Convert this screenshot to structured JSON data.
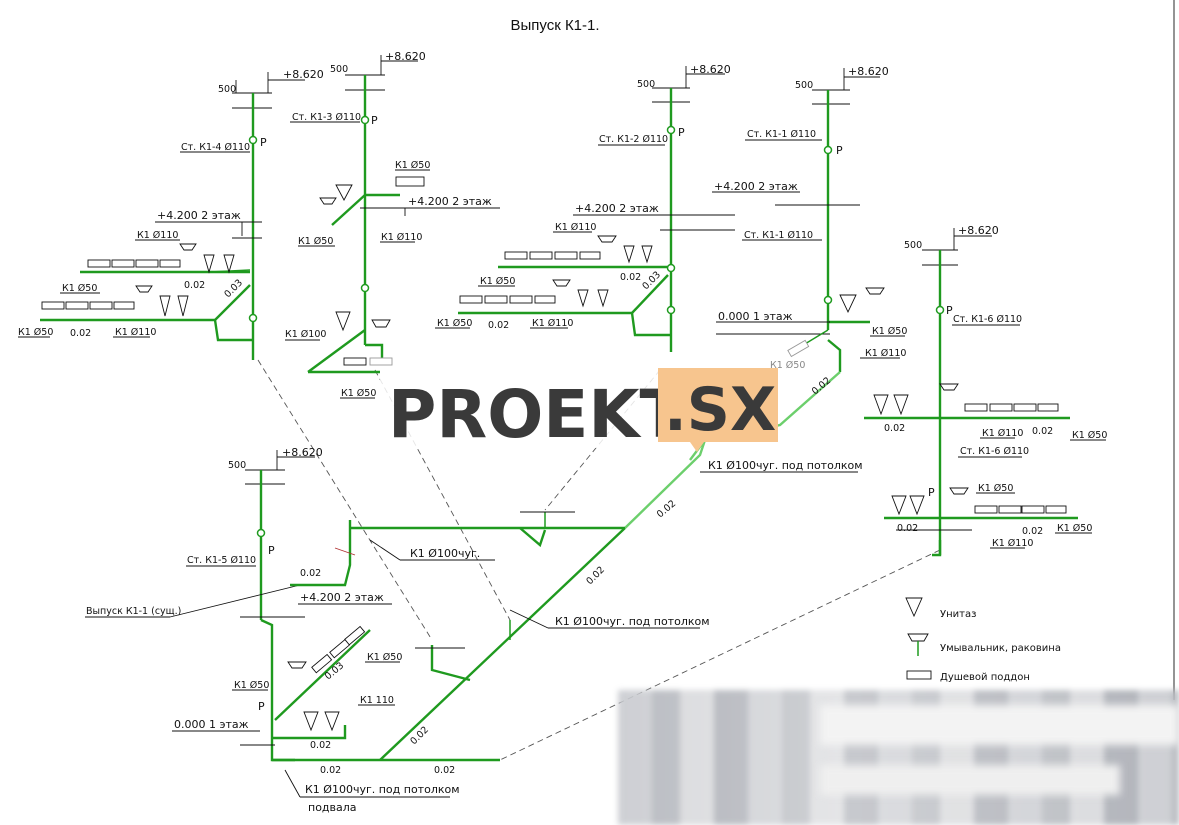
{
  "title": "Выпуск К1-1.",
  "marks": {
    "elev_top": "+8.620",
    "elev_2floor": "+4.200 2 этаж",
    "elev_1floor": "0.000 1 этаж",
    "dim_500": "500",
    "p": "P"
  },
  "risers": {
    "k1_4": "Ст. К1-4 Ø110",
    "k1_3": "Ст. К1-3 Ø110",
    "k1_2": "Ст. К1-2 Ø110",
    "k1_1": "Ст. К1-1 Ø110",
    "k1_6": "Ст. К1-6 Ø110",
    "k1_5": "Ст. К1-5 Ø110"
  },
  "pipe_labels": {
    "k1_050": "К1 Ø50",
    "k1_0110": "К1 Ø110",
    "k1_0100": "К1 Ø100",
    "k1_110": "К1 110",
    "k1_100chug": "К1 Ø100чуг.",
    "k1_100chug_ceiling": "К1 Ø100чуг. под потолком",
    "k1_100chug_basement_1": "К1 Ø100чуг. под потолком",
    "k1_100chug_basement_2": "подвала",
    "outlet_existing": "Выпуск К1-1 (сущ.)"
  },
  "slopes": {
    "s002": "0.02",
    "s003": "0.03"
  },
  "legend": {
    "toilet": "Унитаз",
    "sink": "Умывальник, раковина",
    "shower": "Душевой поддон"
  },
  "watermark": {
    "text1": "PROEKT",
    "text2": ".SX"
  }
}
